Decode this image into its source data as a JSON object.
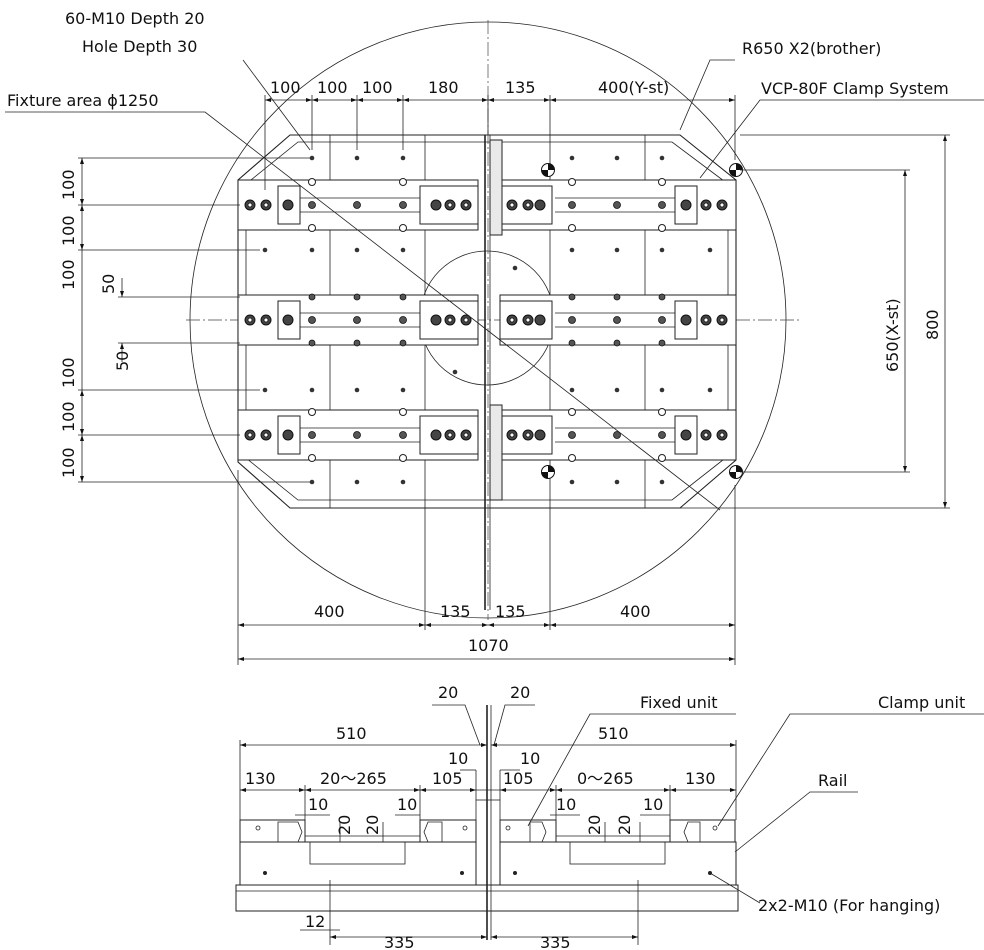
{
  "top_view": {
    "callouts": {
      "tap_holes_line1": "60-M10 Depth 20",
      "tap_holes_line2": "Hole Depth 30",
      "fixture_area": "Fixture area ϕ1250",
      "riser": "R650 X2(brother)",
      "clamp_system": "VCP-80F Clamp System"
    },
    "top_dims": [
      "100",
      "100",
      "100",
      "180",
      "135",
      "400(Y-st)"
    ],
    "left_dims": [
      "100",
      "100",
      "100",
      "50",
      "50",
      "100",
      "100",
      "100"
    ],
    "right_dims": [
      "650(X-st)",
      "800"
    ],
    "bottom_dims": [
      "400",
      "135",
      "135",
      "400"
    ],
    "overall_width": "1070"
  },
  "side_view": {
    "callouts": {
      "fixed_unit": "Fixed unit",
      "clamp_unit": "Clamp unit",
      "rail": "Rail",
      "hanging": "2x2-M10 (For hanging)"
    },
    "dims": {
      "gap_left": "20",
      "gap_right": "20",
      "half_left": "510",
      "half_right": "510",
      "left_130": "130",
      "left_range": "20～265",
      "left_105": "105",
      "left_10a": "10",
      "right_10a": "10",
      "right_105": "105",
      "right_range": "0～265",
      "right_130": "130",
      "l_10": "10",
      "l_10b": "10",
      "l_20": "20",
      "l_20b": "20",
      "r_10": "10",
      "r_10b": "10",
      "r_20": "20",
      "r_20b": "20",
      "bottom_12": "12",
      "bottom_335a": "335",
      "bottom_335b": "335"
    }
  }
}
